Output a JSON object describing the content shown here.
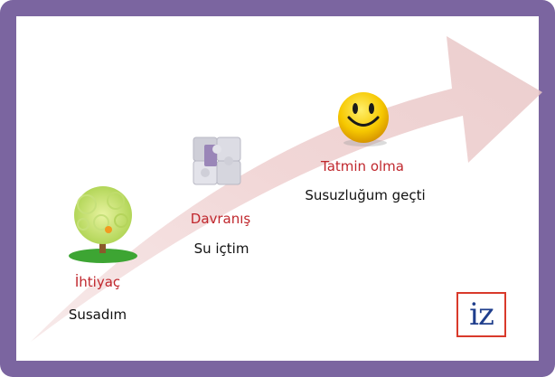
{
  "steps": [
    {
      "title": "İhtiyaç",
      "description": "Susadım",
      "icon": "tree-icon"
    },
    {
      "title": "Davranış",
      "description": "Su içtim",
      "icon": "puzzle-icon"
    },
    {
      "title": "Tatmin olma",
      "description": "Susuzluğum geçti",
      "icon": "smiley-icon"
    }
  ],
  "logo": {
    "text": "iz"
  },
  "colors": {
    "frame": "#7b65a0",
    "arrow": "#eccccc",
    "title": "#c0272d",
    "description": "#111111",
    "logo_border": "#d93a2b",
    "logo_text": "#1f3e8c"
  }
}
